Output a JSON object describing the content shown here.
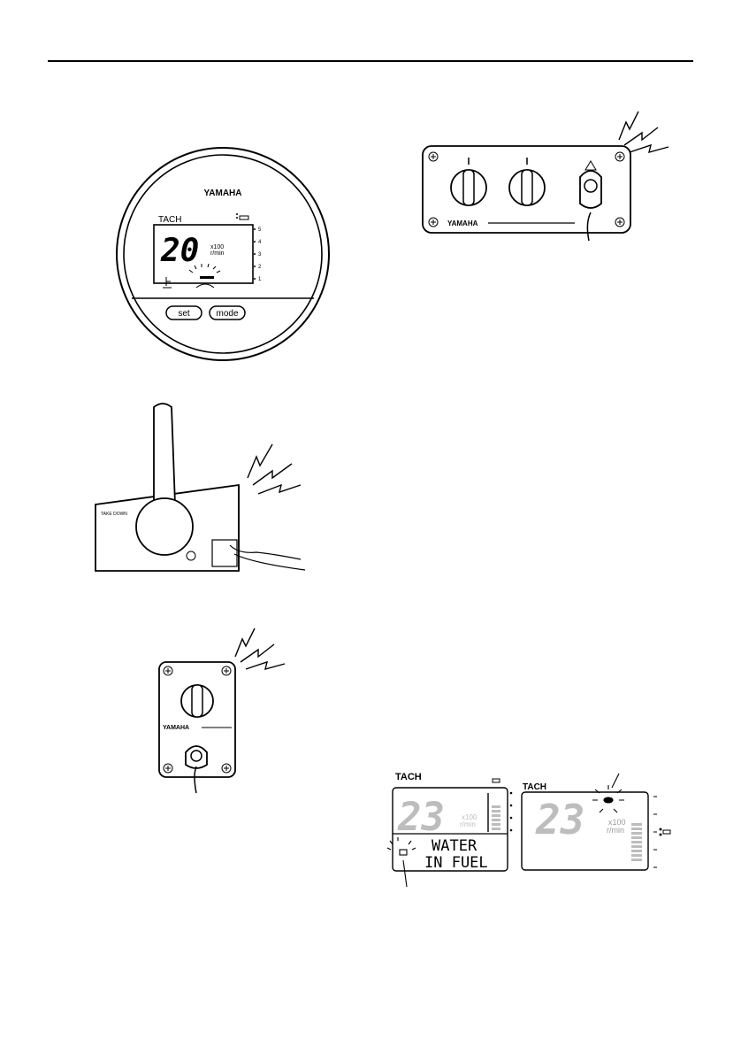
{
  "brand": "YAMAHA",
  "gauge": {
    "mode_label": "TACH",
    "reading": "20",
    "unit_line1": "x100",
    "unit_line2": "r/min",
    "scale": [
      "5",
      "4",
      "3",
      "2",
      "1"
    ],
    "buttons": {
      "set": "set",
      "mode": "mode"
    }
  },
  "control_box": {
    "dial_label": "TAKE DOWN"
  },
  "lcd_left": {
    "mode_label": "TACH",
    "reading": "23",
    "unit_line1": "x100",
    "unit_line2": "r/min",
    "message_line1": "WATER",
    "message_line2": "IN FUEL"
  },
  "lcd_right": {
    "mode_label": "TACH",
    "reading": "23",
    "unit_line1": "x100",
    "unit_line2": "r/min"
  }
}
